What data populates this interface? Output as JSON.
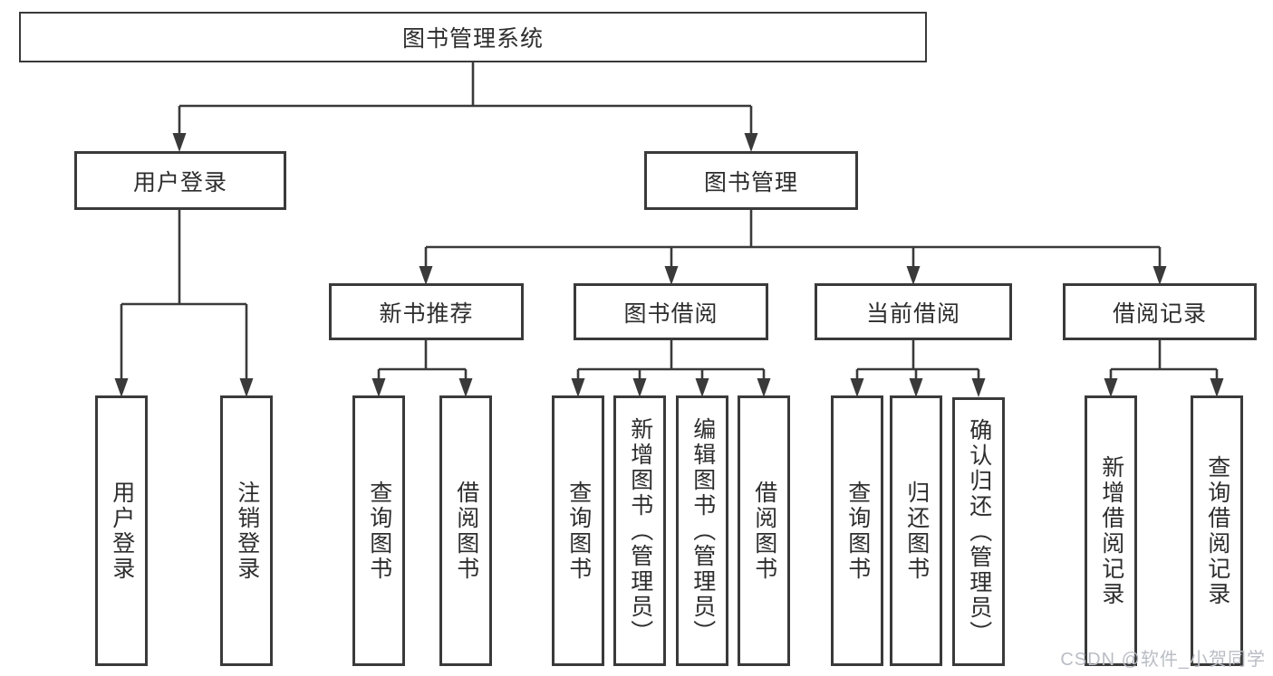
{
  "diagram": {
    "root": "图书管理系统",
    "level2": {
      "user_login": "用户登录",
      "book_management": "图书管理"
    },
    "level3": {
      "new_book": "新书推荐",
      "book_borrow": "图书借阅",
      "current_borrow": "当前借阅",
      "borrow_record": "借阅记录"
    },
    "leaves": {
      "user_login": "用户登录",
      "logout": "注销登录",
      "nb_query": "查询图书",
      "nb_borrow": "借阅图书",
      "bb_query": "查询图书",
      "bb_add": "新增图书（管理员）",
      "bb_edit": "编辑图书（管理员）",
      "bb_borrow": "借阅图书",
      "cb_query": "查询图书",
      "cb_return": "归还图书",
      "cb_confirm": "确认归还（管理员）",
      "br_add": "新增借阅记录",
      "br_query": "查询借阅记录"
    },
    "colors": {
      "line": "#3a3a3a",
      "text": "#2d2d2d",
      "watermark": "#b9bdc4",
      "background": "#ffffff"
    }
  },
  "watermark": "CSDN @软件_小贺同学"
}
